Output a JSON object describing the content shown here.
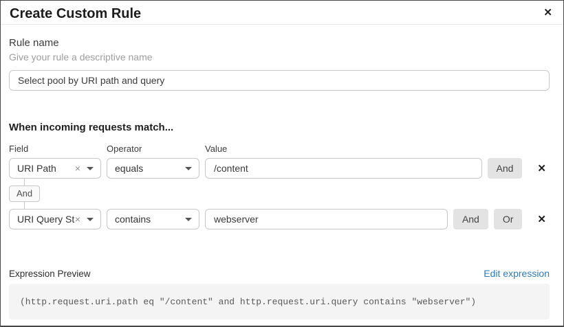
{
  "dialog": {
    "title": "Create Custom Rule"
  },
  "rule_name": {
    "label": "Rule name",
    "helper": "Give your rule a descriptive name",
    "value": "Select pool by URI path and query"
  },
  "matcher": {
    "heading": "When incoming requests match...",
    "columns": {
      "field": "Field",
      "operator": "Operator",
      "value": "Value"
    },
    "rows": [
      {
        "field": "URI Path",
        "operator": "equals",
        "value": "/content",
        "and_label": "And"
      },
      {
        "field": "URI Query St...",
        "operator": "contains",
        "value": "webserver",
        "and_label": "And",
        "or_label": "Or"
      }
    ],
    "connector_label": "And"
  },
  "expression_preview": {
    "label": "Expression Preview",
    "edit_link": "Edit expression",
    "code": "(http.request.uri.path eq \"/content\" and http.request.uri.query contains \"webserver\")"
  },
  "icons": {
    "close": "✕",
    "remove_row": "✕",
    "clear": "×"
  },
  "colors": {
    "link_blue": "#2b7bb9",
    "chip_button_bg": "#e3e3e3",
    "code_bg": "#f4f4f4",
    "dialog_border": "#474747"
  }
}
